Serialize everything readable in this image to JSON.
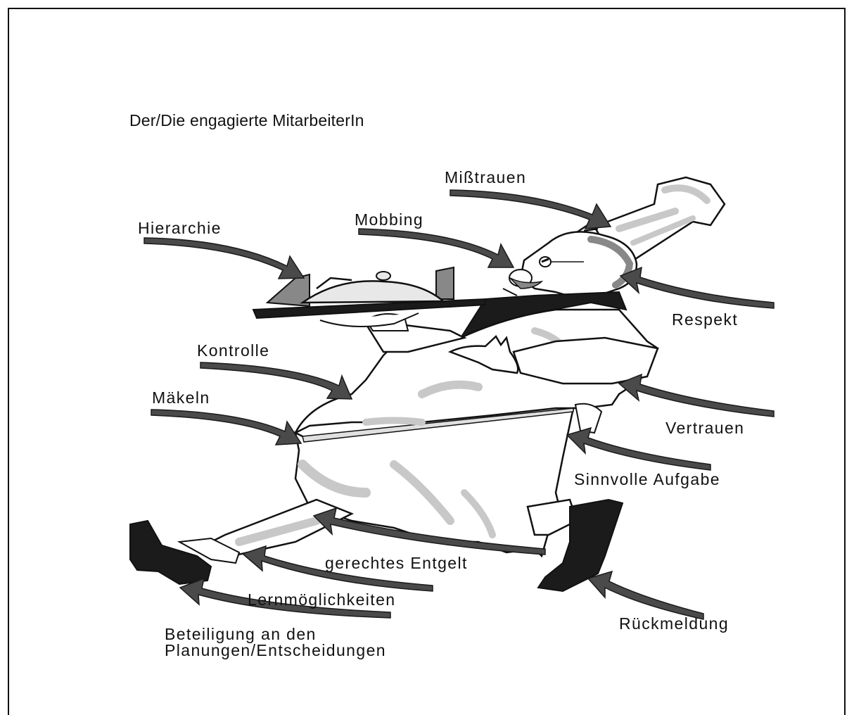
{
  "title": "Der/Die engagierte MitarbeiterIn",
  "colors": {
    "arrow": "#4a4a4a",
    "arrow_edge": "#1a1a1a",
    "shoe": "#1b1b1b",
    "shadow": "#c8c8c8",
    "outline": "#111111",
    "skin": "#ffffff"
  },
  "labels": {
    "misstrauen": "Mißtrauen",
    "hierarchie": "Hierarchie",
    "mobbing": "Mobbing",
    "respekt": "Respekt",
    "kontrolle": "Kontrolle",
    "maekeln": "Mäkeln",
    "vertrauen": "Vertrauen",
    "sinnvolle_aufgabe": "Sinnvolle Aufgabe",
    "gerechtes_entgelt": "gerechtes Entgelt",
    "lernmoeglichkeiten": "Lernmöglichkeiten",
    "beteiligung_line1": "Beteiligung an den",
    "beteiligung_line2": "Planungen/Entscheidungen",
    "rueckmeldung": "Rückmeldung"
  }
}
